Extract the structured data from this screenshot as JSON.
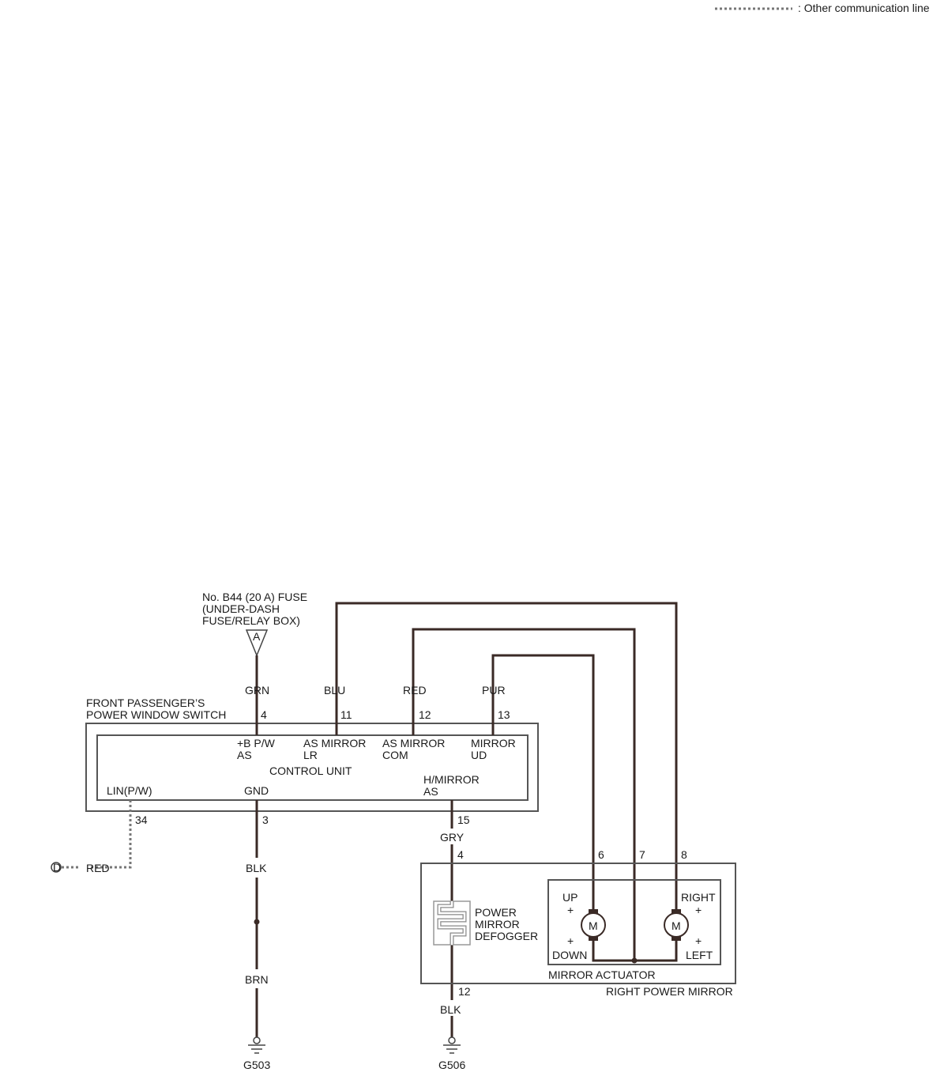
{
  "legend": {
    "other_comm_line": ": Other communication line"
  },
  "fuse": {
    "line1": "No. B44 (20 A) FUSE",
    "line2": "(UNDER-DASH",
    "line3": "FUSE/RELAY BOX)",
    "terminal": "A"
  },
  "switch_unit": {
    "title1": "FRONT PASSENGER’S",
    "title2": "POWER WINDOW SWITCH",
    "control_unit": "CONTROL UNIT",
    "bp_pw_1": "+B P/W",
    "bp_pw_2": "AS",
    "as_mirror_lr_1": "AS MIRROR",
    "as_mirror_lr_2": "LR",
    "as_mirror_com_1": "AS MIRROR",
    "as_mirror_com_2": "COM",
    "mirror_ud_1": "MIRROR",
    "mirror_ud_2": "UD",
    "lin": "LIN(P/W)",
    "gnd": "GND",
    "h_mirror_1": "H/MIRROR",
    "h_mirror_2": "AS"
  },
  "wire_colors": {
    "grn": "GRN",
    "blu": "BLU",
    "red": "RED",
    "pur": "PUR",
    "gry": "GRY",
    "blk_left": "BLK",
    "brn": "BRN",
    "blk_right": "BLK",
    "red_lin": "RED"
  },
  "pins": {
    "p4": "4",
    "p11": "11",
    "p12": "12",
    "p13": "13",
    "p34": "34",
    "p3": "3",
    "p15": "15",
    "mp4": "4",
    "mp6": "6",
    "mp7": "7",
    "mp8": "8",
    "mp12": "12"
  },
  "connector_d": "D",
  "mirror": {
    "defogger1": "POWER",
    "defogger2": "MIRROR",
    "defogger3": "DEFOGGER",
    "up": "UP",
    "down": "DOWN",
    "right": "RIGHT",
    "left": "LEFT",
    "plus": "+",
    "motor": "M",
    "actuator": "MIRROR ACTUATOR",
    "assembly": "RIGHT POWER MIRROR"
  },
  "grounds": {
    "g503": "G503",
    "g506": "G506"
  }
}
